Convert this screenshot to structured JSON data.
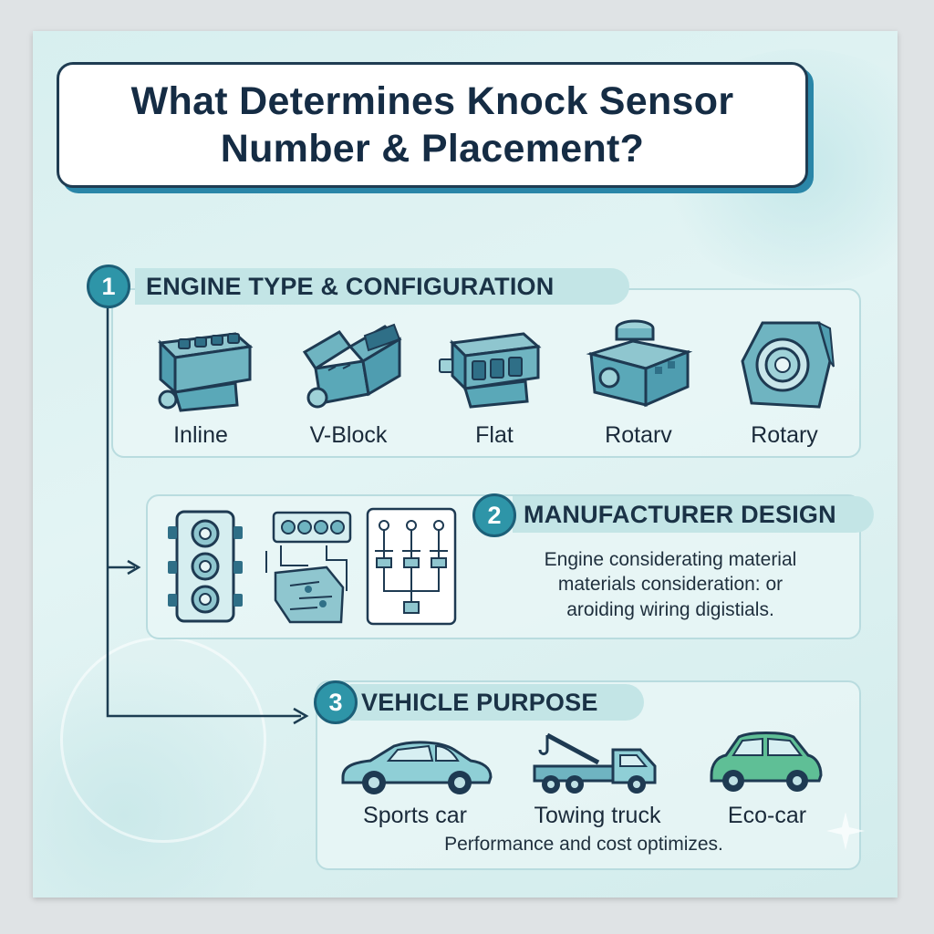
{
  "title": {
    "line1": "What Determines Knock Sensor",
    "line2": "Number & Placement?"
  },
  "section1": {
    "number": "1",
    "heading": "ENGINE TYPE & CONFIGURATION",
    "items": [
      {
        "label": "Inline",
        "icon": "inline-engine-icon"
      },
      {
        "label": "V-Block",
        "icon": "v-block-engine-icon"
      },
      {
        "label": "Flat",
        "icon": "flat-engine-icon"
      },
      {
        "label": "Rotarv",
        "icon": "rotary-engine-icon"
      },
      {
        "label": "Rotary",
        "icon": "rotary-housing-icon"
      }
    ]
  },
  "section2": {
    "number": "2",
    "heading": "MANUFACTURER DESIGN",
    "description": [
      "Engine considerating material",
      "materials consideration: or",
      "aroiding wiring digistials."
    ],
    "icons": [
      "engine-block-diagram-icon",
      "wiring-layout-icon",
      "sensor-circuit-icon"
    ]
  },
  "section3": {
    "number": "3",
    "heading": "VEHICLE PURPOSE",
    "items": [
      {
        "label": "Sports car",
        "icon": "sports-car-icon"
      },
      {
        "label": "Towing truck",
        "icon": "tow-truck-icon"
      },
      {
        "label": "Eco-car",
        "icon": "eco-car-icon"
      }
    ],
    "footer": "Performance and cost optimizes."
  },
  "colors": {
    "background": "#d7efef",
    "accent": "#2e95a8",
    "title_shadow": "#2a86a8",
    "ink": "#152c44",
    "heading_bar": "#c3e5e6"
  }
}
